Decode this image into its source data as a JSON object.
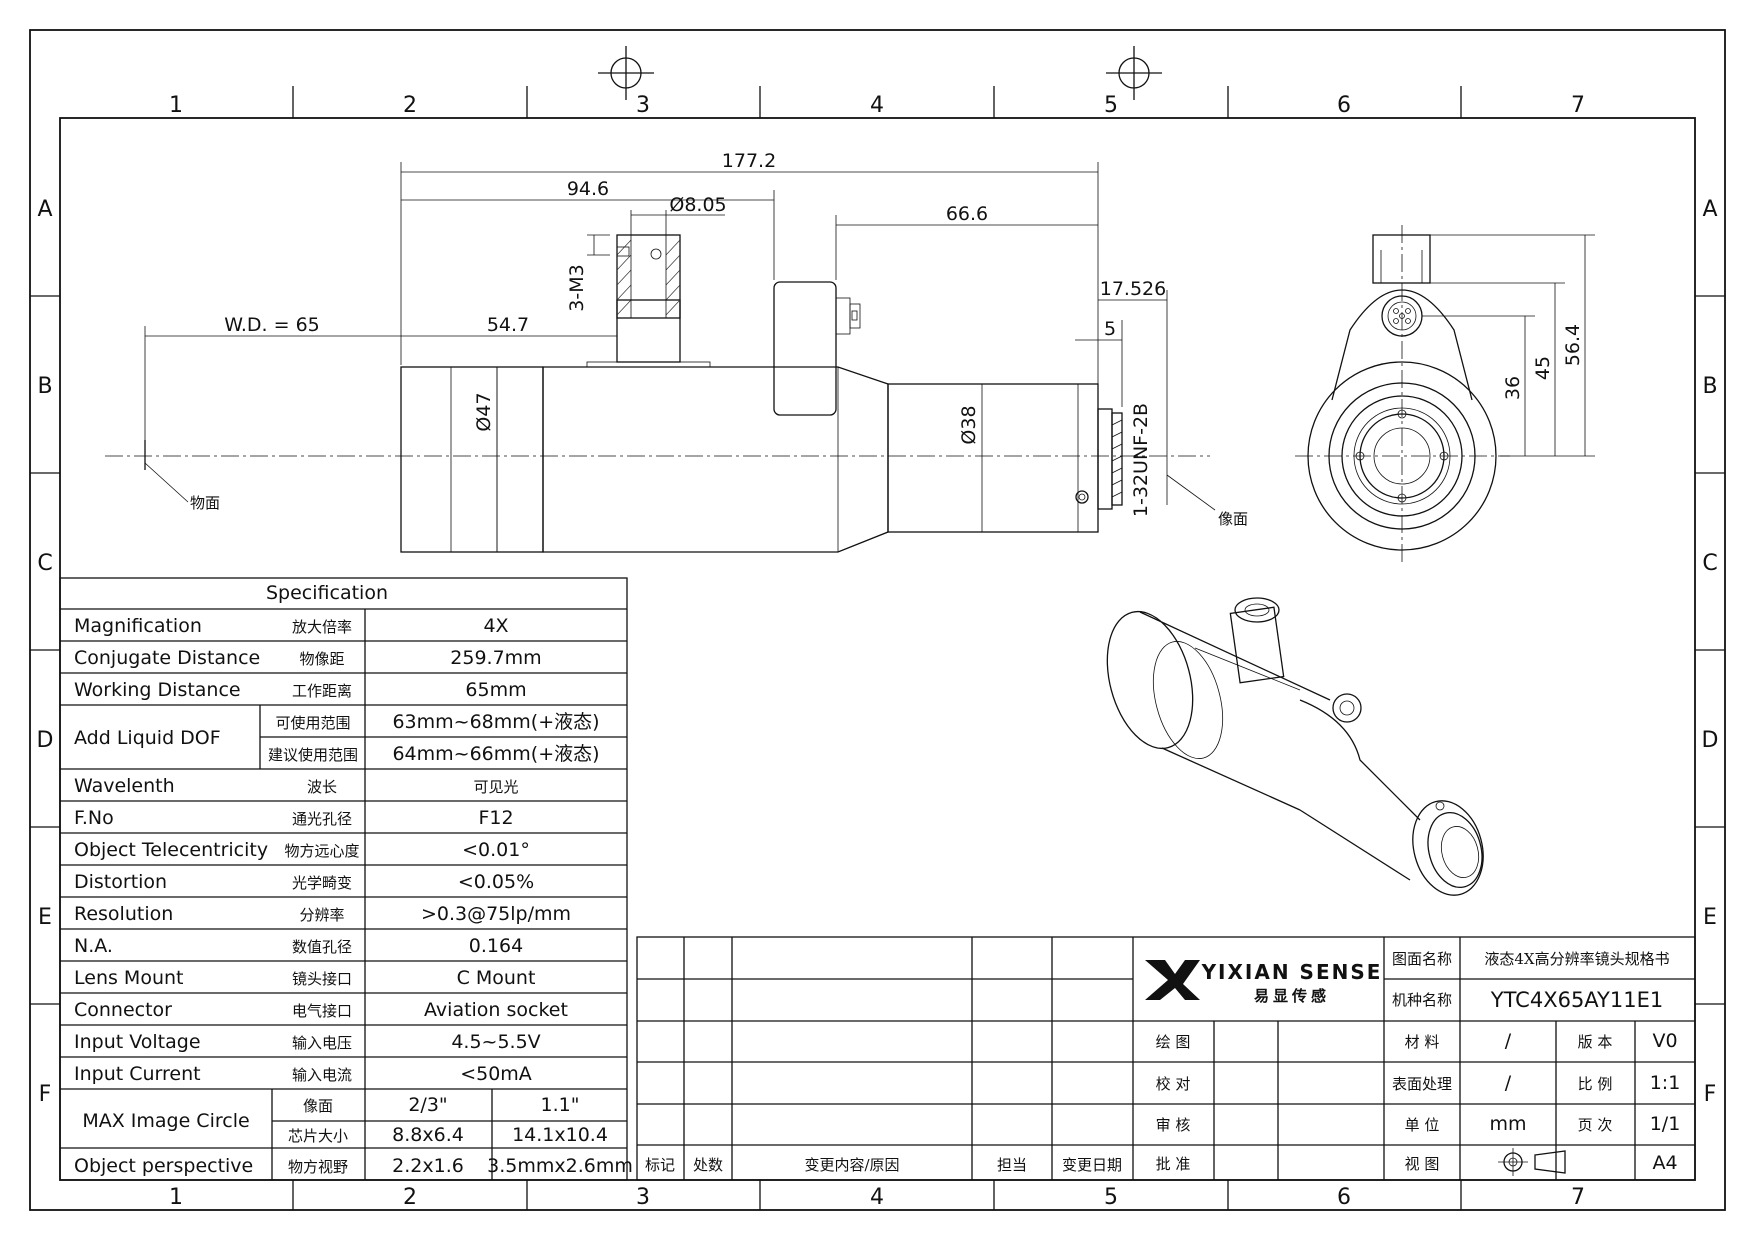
{
  "frame": {
    "columns": [
      "1",
      "2",
      "3",
      "4",
      "5",
      "6",
      "7"
    ],
    "rows": [
      "A",
      "B",
      "C",
      "D",
      "E",
      "F"
    ]
  },
  "dimensions": {
    "total_length": "177.2",
    "d94": "94.6",
    "d805": "Ø8.05",
    "d666": "66.6",
    "wd": "W.D. = 65",
    "d547": "54.7",
    "m3": "3-M3",
    "d17526": "17.526",
    "d5": "5",
    "phi47": "Ø47",
    "phi38": "Ø38",
    "thread": "1-32UNF-2B",
    "h36": "36",
    "h45": "45",
    "h564": "56.4"
  },
  "labels": {
    "object_plane": "物面",
    "image_plane": "像面"
  },
  "spec": {
    "title": "Specification",
    "rows": [
      {
        "en": "Magnification",
        "cn": "放大倍率",
        "value": "4X"
      },
      {
        "en": "Conjugate Distance",
        "cn": "物像距",
        "value": "259.7mm"
      },
      {
        "en": "Working Distance",
        "cn": "工作距离",
        "value": "65mm"
      },
      {
        "en": "Add Liquid DOF",
        "sub": [
          {
            "cn": "可使用范围",
            "value": "63mm~68mm(+液态)"
          },
          {
            "cn": "建议使用范围",
            "value": "64mm~66mm(+液态)"
          }
        ]
      },
      {
        "en": "Wavelenth",
        "cn": "波长",
        "value": "可见光"
      },
      {
        "en": "F.No",
        "cn": "通光孔径",
        "value": "F12"
      },
      {
        "en": "Object Telecentricity",
        "cn": "物方远心度",
        "value": "<0.01°"
      },
      {
        "en": "Distortion",
        "cn": "光学畸变",
        "value": "<0.05%"
      },
      {
        "en": "Resolution",
        "cn": "分辨率",
        "value": ">0.3@75lp/mm"
      },
      {
        "en": "N.A.",
        "cn": "数值孔径",
        "value": "0.164"
      },
      {
        "en": "Lens Mount",
        "cn": "镜头接口",
        "value": "C Mount"
      },
      {
        "en": "Connector",
        "cn": "电气接口",
        "value": "Aviation socket"
      },
      {
        "en": "Input Voltage",
        "cn": "输入电压",
        "value": "4.5~5.5V"
      },
      {
        "en": "Input Current",
        "cn": "输入电流",
        "value": "<50mA"
      }
    ],
    "image_circle": {
      "en": "MAX Image Circle",
      "cn1": "像面",
      "v1a": "2/3\"",
      "v1b": "1.1\"",
      "cn2": "芯片大小",
      "v2a": "8.8x6.4",
      "v2b": "14.1x10.4"
    },
    "perspective": {
      "en": "Object perspective",
      "cn": "物方视野",
      "va": "2.2x1.6",
      "vb": "3.5mmx2.6mm"
    }
  },
  "title_block": {
    "brand_en": "YIXIAN SENSE",
    "brand_cn": "易显传感",
    "drawing_name_label": "图面名称",
    "drawing_name": "液态4X高分辨率镜头规格书",
    "model_label": "机种名称",
    "model": "YTC4X65AY11E1",
    "draw": "绘 图",
    "check": "校 对",
    "review": "审 核",
    "approve": "批 准",
    "material_label": "材 料",
    "material": "/",
    "version_label": "版 本",
    "version": "V0",
    "surface_label": "表面处理",
    "surface": "/",
    "scale_label": "比 例",
    "scale": "1:1",
    "unit_label": "单 位",
    "unit": "mm",
    "page_label": "页 次",
    "page": "1/1",
    "view_label": "视 图",
    "size": "A4",
    "rev_mark": "标记",
    "rev_count": "处数",
    "rev_content": "变更内容/原因",
    "rev_owner": "担当",
    "rev_date": "变更日期"
  }
}
